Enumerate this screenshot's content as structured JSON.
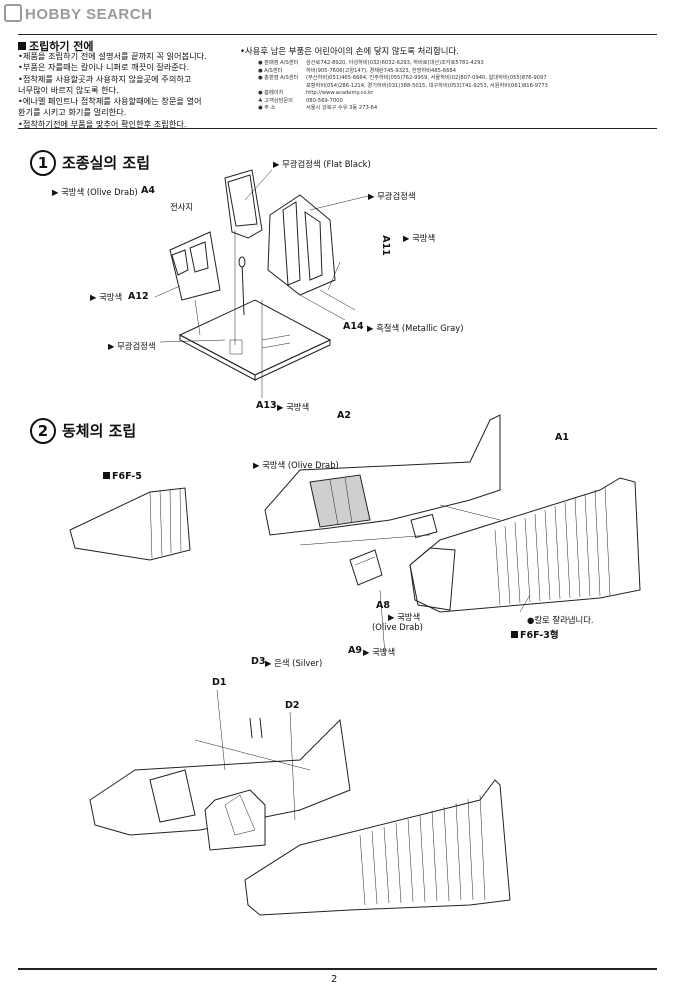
{
  "watermark": "HOBBY SEARCH",
  "notice": {
    "title": "조립하기 전에",
    "items": [
      "•제품을 조립하기 전에 설명서를 끝까지 꼭 읽어봅니다.",
      "•부품은 자를때는 칼이나 니퍼로 깨끗이 잘라준다.",
      "•접착제를 사용할곳과 사용하지 않을곳에 주의하고",
      "  너무많이 바르지 않도록 한다.",
      "•에나멜 페인트나 접착제를 사용할때에는 창문을 열어",
      "  환기를 시키고 화기를 멀리한다.",
      "•접착하기전에 부품을 맞추어 확인한후 조립한다."
    ],
    "right_note": "•사용후 남은 부품은 어린아이의 손에 닿지 않도록 처리합니다.",
    "contact_rows": [
      {
        "k": "● 판매점 A/S센터",
        "v": "삼산로742-8920, 아성하비(032)6032-6293, 하비로(대산)조각로5781-4293"
      },
      {
        "k": "● A/S센터",
        "v": "하비(905-7606(고양147), 경재란745-9323, 한방하비485-6684"
      },
      {
        "k": "● 총판점 A/S센터",
        "v": "(부산하비)051)465-6664, 진주하비(055)762-9959, 서울하비(02)807-0940, 알대하비(055)876-9097"
      },
      {
        "k": "",
        "v": "포항하비(054)286-1214, 경기하비(031)388-5015, 대구하비(053)741-9253, 서원하비(061)816-9773"
      },
      {
        "k": "● 홈페이지",
        "v": "http://www.academy.co.kr"
      },
      {
        "k": "♣ 고객상담문의",
        "v": "080-569-7000"
      },
      {
        "k": "● 주       소",
        "v": "서울시 강북구 수유 3동 273-64"
      }
    ]
  },
  "step1": {
    "num": "1",
    "title": "조종실의 조립",
    "labels": {
      "flat_black": "▶ 무광검정색 (Flat Black)",
      "olive_drab_a4": "▶ 국방색 (Olive Drab)",
      "a4": "A4",
      "photo": "전사지",
      "flat_black2": "▶ 무광검정색",
      "olive": "▶ 국방색",
      "a11": "A11",
      "olive_a12": "▶ 국방색",
      "a12": "A12",
      "a14": "A14",
      "metallic_gray": "▶ 흑철색 (Metallic Gray)",
      "flat_black3": "▶ 무광검정색",
      "a13": "A13",
      "olive_a13": "▶ 국방색"
    }
  },
  "step2": {
    "num": "2",
    "title": "동체의 조립",
    "labels": {
      "a2": "A2",
      "a1": "A1",
      "f6f5": "F6F-5",
      "olive_drab": "▶ 국방색 (Olive Drab)",
      "a8": "A8",
      "a8_color1": "▶ 국방색",
      "a8_color2": "(Olive Drab)",
      "a9": "A9",
      "a9_color": "▶ 국방색",
      "cut_note": "칼로 잘라냅니다.",
      "f6f3": "F6F-3형",
      "d3": "D3",
      "silver": "▶ 은색 (Silver)",
      "d1": "D1",
      "d2": "D2"
    }
  },
  "page_number": "2"
}
